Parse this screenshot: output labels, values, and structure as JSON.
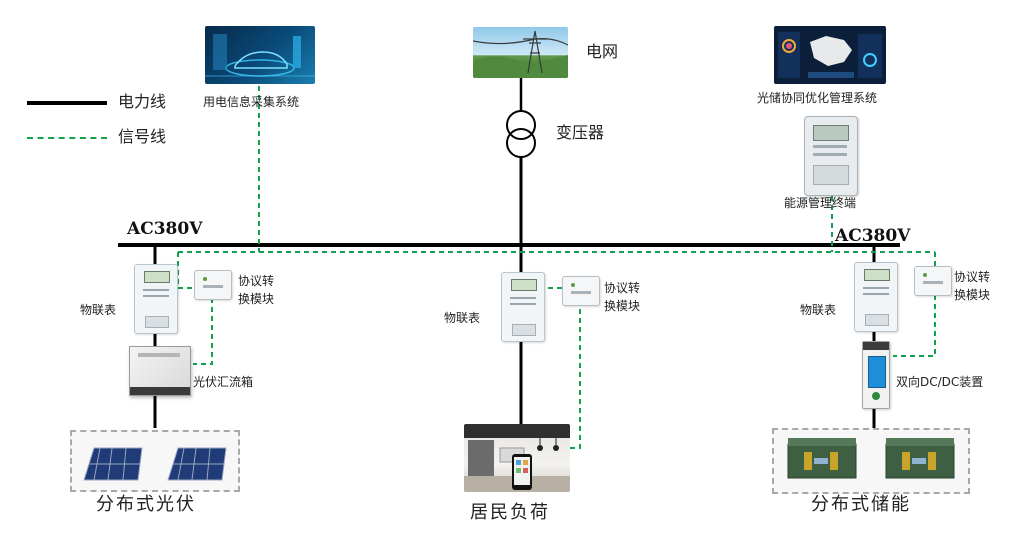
{
  "legend": {
    "power_line": "电力线",
    "signal_line": "信号线"
  },
  "colors": {
    "power_line": "#000000",
    "signal_line": "#12a14e"
  },
  "top": {
    "grid_label": "电网",
    "transformer_label": "变压器",
    "info_system_label": "用电信息采集系统",
    "pv_storage_system_label": "光储协同优化管理系统",
    "energy_terminal_label": "能源管理终端"
  },
  "bus": {
    "left_voltage": "AC380V",
    "right_voltage": "AC380V"
  },
  "branches": {
    "left": {
      "meter_label": "物联表",
      "module_label": "协议转\n换模块",
      "device_label": "光伏汇流箱",
      "bottom_label": "分布式光伏"
    },
    "middle": {
      "meter_label": "物联表",
      "module_label": "协议转\n换模块",
      "bottom_label": "居民负荷"
    },
    "right": {
      "meter_label": "物联表",
      "module_label": "协议转\n换模块",
      "device_label": "双向DC/DC装置",
      "bottom_label": "分布式储能"
    }
  }
}
